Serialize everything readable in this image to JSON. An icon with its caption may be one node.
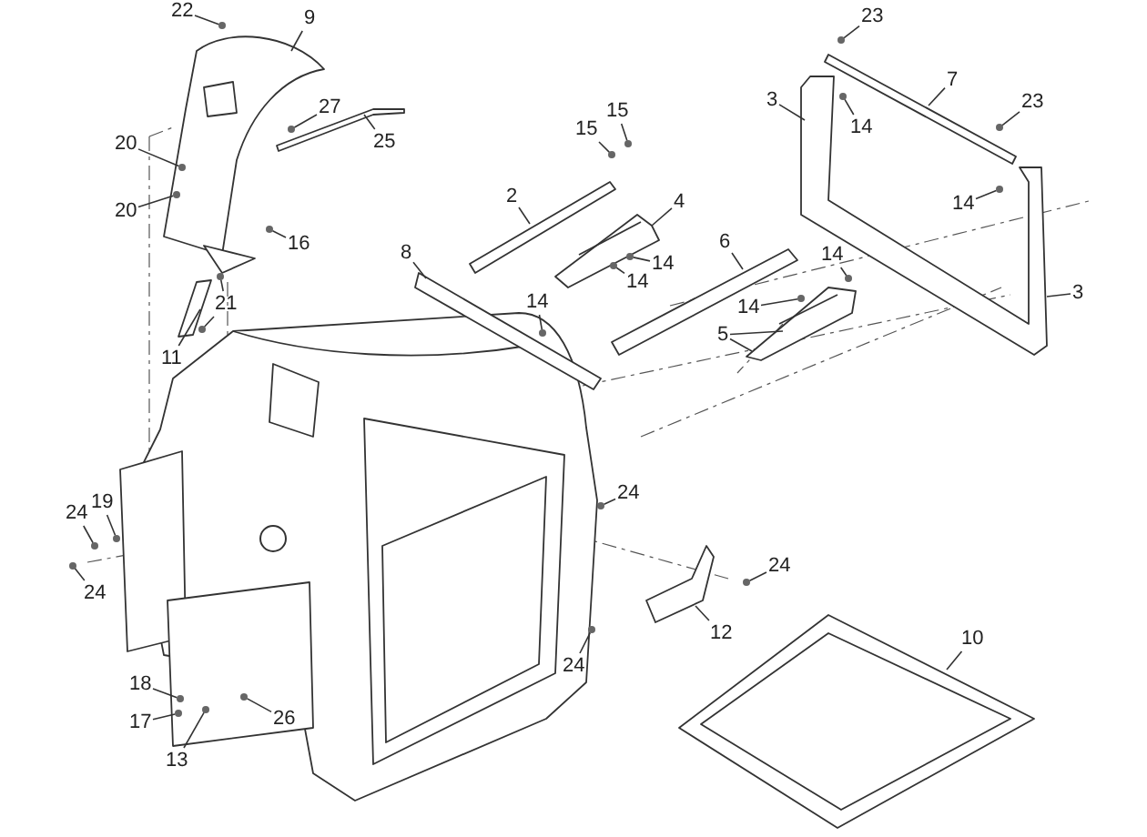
{
  "diagram": {
    "nodes": [
      {
        "text": [
          "22"
        ]
      },
      {
        "text": [
          "9"
        ]
      },
      {
        "text": [
          "27"
        ]
      },
      {
        "text": [
          "25"
        ]
      },
      {
        "text": [
          "20"
        ]
      },
      {
        "text": [
          "20"
        ]
      },
      {
        "text": [
          "16"
        ]
      },
      {
        "text": [
          "21"
        ]
      },
      {
        "text": [
          "11"
        ]
      },
      {
        "text": [
          "2"
        ]
      },
      {
        "text": [
          "15"
        ]
      },
      {
        "text": [
          "15"
        ]
      },
      {
        "text": [
          "4"
        ]
      },
      {
        "text": [
          "14"
        ]
      },
      {
        "text": [
          "14"
        ]
      },
      {
        "text": [
          "8"
        ]
      },
      {
        "text": [
          "14"
        ]
      },
      {
        "text": [
          "6"
        ]
      },
      {
        "text": [
          "14"
        ]
      },
      {
        "text": [
          "14"
        ]
      },
      {
        "text": [
          "5"
        ]
      },
      {
        "text": [
          "3"
        ]
      },
      {
        "text": [
          "23"
        ]
      },
      {
        "text": [
          "7"
        ]
      },
      {
        "text": [
          "14"
        ]
      },
      {
        "text": [
          "23"
        ]
      },
      {
        "text": [
          "14"
        ]
      },
      {
        "text": [
          "3"
        ]
      },
      {
        "text": [
          "24"
        ]
      },
      {
        "text": [
          "24"
        ]
      },
      {
        "text": [
          "12"
        ]
      },
      {
        "text": [
          "24"
        ]
      },
      {
        "text": [
          "10"
        ]
      },
      {
        "text": [
          "24"
        ]
      },
      {
        "text": [
          "19"
        ]
      },
      {
        "text": [
          "24"
        ]
      },
      {
        "text": [
          "18"
        ]
      },
      {
        "text": [
          "17"
        ]
      },
      {
        "text": [
          "13"
        ]
      },
      {
        "text": [
          "26"
        ]
      },
      {
        "text": [],
        "shape": "picture"
      },
      {
        "text": [],
        "shape": "picture"
      },
      {
        "text": [],
        "shape": "picture"
      },
      {
        "text": [],
        "shape": "picture"
      },
      {
        "text": [],
        "shape": "picture"
      },
      {
        "text": [],
        "shape": "picture"
      },
      {
        "text": [],
        "shape": "picture"
      },
      {
        "text": [],
        "shape": "picture"
      },
      {
        "text": [],
        "shape": "picture"
      },
      {
        "text": [],
        "shape": "picture"
      },
      {
        "text": [],
        "shape": "picture"
      },
      {
        "text": [],
        "shape": "picture"
      },
      {
        "text": [],
        "shape": "circle"
      },
      {
        "text": [],
        "shape": "circle"
      },
      {
        "text": [],
        "shape": "circle",
        "in": 40
      },
      {
        "text": [],
        "shape": "circle",
        "in": 40
      },
      {
        "text": [],
        "shape": "circle"
      },
      {
        "text": [],
        "shape": "circle"
      },
      {
        "text": [],
        "shape": "circle"
      },
      {
        "text": [],
        "shape": "circle"
      },
      {
        "text": [],
        "shape": "circle"
      },
      {
        "text": [],
        "shape": "circle"
      },
      {
        "text": [],
        "shape": "circle"
      },
      {
        "text": [],
        "shape": "circle"
      },
      {
        "text": [],
        "shape": "circle"
      },
      {
        "text": [],
        "shape": "circle"
      },
      {
        "text": [],
        "shape": "circle"
      },
      {
        "text": [],
        "shape": "circle"
      },
      {
        "text": [],
        "shape": "circle"
      },
      {
        "text": [],
        "shape": "circle"
      },
      {
        "text": [],
        "shape": "circle"
      },
      {
        "text": [],
        "shape": "circle"
      },
      {
        "text": [],
        "shape": "circle"
      },
      {
        "text": [],
        "shape": "circle"
      },
      {
        "text": [],
        "shape": "circle"
      },
      {
        "text": [],
        "shape": "circle"
      },
      {
        "text": [],
        "shape": "circle"
      },
      {
        "text": [],
        "shape": "circle"
      },
      {
        "text": [],
        "shape": "circle"
      },
      {
        "text": [],
        "shape": "circle"
      }
    ],
    "edges": [
      {
        "from": 0,
        "to": 52,
        "arrow": "none"
      },
      {
        "from": 1,
        "to": 40,
        "arrow": "none"
      },
      {
        "from": 2,
        "to": 53,
        "arrow": "none"
      },
      {
        "from": 3,
        "to": 41,
        "arrow": "none"
      },
      {
        "from": 4,
        "to": 54,
        "arrow": "none"
      },
      {
        "from": 5,
        "to": 55,
        "arrow": "none"
      },
      {
        "from": 6,
        "to": 56,
        "arrow": "none"
      },
      {
        "from": 7,
        "to": 57,
        "arrow": "none"
      },
      {
        "from": 7,
        "to": 58,
        "arrow": "none"
      },
      {
        "from": 8,
        "to": 42,
        "arrow": "none"
      },
      {
        "from": 9,
        "to": 43,
        "arrow": "none"
      },
      {
        "from": 10,
        "to": 59,
        "arrow": "none"
      },
      {
        "from": 11,
        "to": 60,
        "arrow": "none"
      },
      {
        "from": 12,
        "to": 44,
        "arrow": "none"
      },
      {
        "from": 13,
        "to": 61,
        "arrow": "none"
      },
      {
        "from": 14,
        "to": 62,
        "arrow": "none"
      },
      {
        "from": 15,
        "to": 45,
        "arrow": "none"
      },
      {
        "from": 16,
        "to": 63,
        "arrow": "none"
      },
      {
        "from": 17,
        "to": 46,
        "arrow": "none"
      },
      {
        "from": 18,
        "to": 64,
        "arrow": "none"
      },
      {
        "from": 19,
        "to": 65,
        "arrow": "none"
      },
      {
        "from": 20,
        "to": 47,
        "arrow": "none"
      },
      {
        "from": 20,
        "to": 47,
        "arrow": "none"
      },
      {
        "from": 21,
        "to": 48,
        "arrow": "none"
      },
      {
        "from": 22,
        "to": 66,
        "arrow": "none"
      },
      {
        "from": 23,
        "to": 49,
        "arrow": "none"
      },
      {
        "from": 24,
        "to": 67,
        "arrow": "none"
      },
      {
        "from": 25,
        "to": 68,
        "arrow": "none"
      },
      {
        "from": 26,
        "to": 69,
        "arrow": "none"
      },
      {
        "from": 27,
        "to": 48,
        "arrow": "none"
      },
      {
        "from": 28,
        "to": 70,
        "arrow": "none"
      },
      {
        "from": 29,
        "to": 71,
        "arrow": "none"
      },
      {
        "from": 30,
        "to": 50,
        "arrow": "none"
      },
      {
        "from": 31,
        "to": 72,
        "arrow": "none"
      },
      {
        "from": 32,
        "to": 51,
        "arrow": "none"
      },
      {
        "from": 33,
        "to": 73,
        "arrow": "none"
      },
      {
        "from": 34,
        "to": 74,
        "arrow": "none"
      },
      {
        "from": 35,
        "to": 75,
        "arrow": "none"
      },
      {
        "from": 36,
        "to": 76,
        "arrow": "none"
      },
      {
        "from": 37,
        "to": 77,
        "arrow": "none"
      },
      {
        "from": 38,
        "to": 78,
        "arrow": "none"
      },
      {
        "from": 39,
        "to": 79,
        "arrow": "none"
      }
    ]
  }
}
